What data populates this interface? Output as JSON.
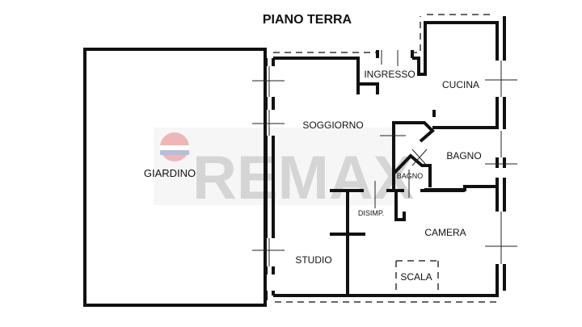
{
  "title": "PIANO TERRA",
  "rooms": {
    "giardino": "GIARDINO",
    "ingresso": "INGRESSO",
    "cucina": "CUCINA",
    "soggiorno": "SOGGIORNO",
    "bagno": "BAGNO",
    "bagno_small": "BAGNO",
    "disimpegno": "DISIMP.",
    "camera": "CAMERA",
    "studio": "STUDIO",
    "scala": "SCALA"
  },
  "watermark": {
    "text": "REMAX",
    "color": "#b0b0b0",
    "balloon_colors": [
      "#d0303a",
      "#ffffff",
      "#2a4a9a"
    ]
  }
}
